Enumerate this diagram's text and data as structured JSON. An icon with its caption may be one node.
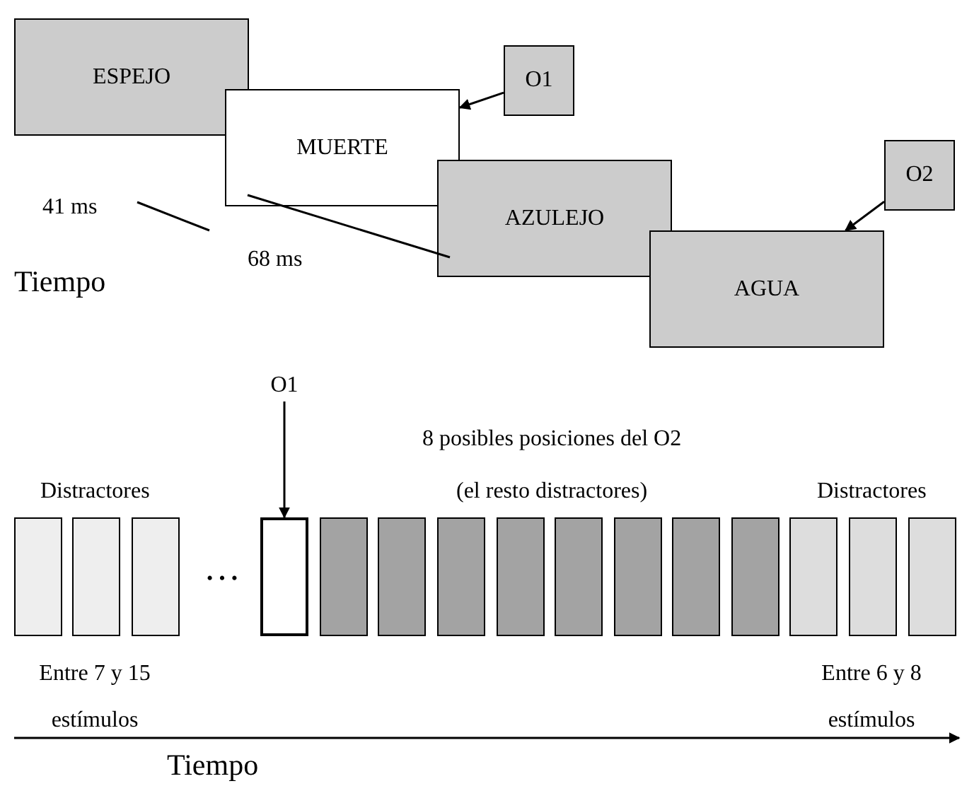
{
  "diagram": {
    "nodes": [
      {
        "text": [
          "ESPEJO"
        ]
      },
      {
        "text": [
          "MUERTE"
        ]
      },
      {
        "text": [
          "AZULEJO"
        ]
      },
      {
        "text": [
          "AGUA"
        ]
      },
      {
        "text": [
          "O1"
        ]
      },
      {
        "text": [
          "O2"
        ]
      },
      {
        "text": [
          "O1"
        ]
      },
      {
        "text": [],
        "shape": "bar"
      },
      {
        "text": [],
        "shape": "bar"
      },
      {
        "text": [],
        "shape": "bar"
      },
      {
        "text": [],
        "shape": "bar"
      },
      {
        "text": [],
        "shape": "bar"
      },
      {
        "text": [],
        "shape": "bar"
      },
      {
        "text": [],
        "shape": "bar"
      },
      {
        "text": [],
        "shape": "bar"
      },
      {
        "text": [],
        "shape": "bar"
      },
      {
        "text": [],
        "shape": "bar"
      },
      {
        "text": [],
        "shape": "bar"
      },
      {
        "text": [],
        "shape": "bar"
      },
      {
        "text": [],
        "shape": "bar"
      },
      {
        "text": [],
        "shape": "bar"
      },
      {
        "text": [],
        "shape": "bar"
      }
    ],
    "edges": [
      {
        "from": 4,
        "to": 1,
        "arrow": "to"
      },
      {
        "from": 5,
        "to": 3,
        "arrow": "to"
      },
      {
        "from": 6,
        "to": 10,
        "arrow": "to"
      }
    ],
    "labels": [
      "41 ms",
      "68 ms",
      "Tiempo",
      "8 posibles posiciones del O2",
      "(el resto distractores)",
      "Distractores",
      "Distractores",
      "…",
      "Entre 7 y 15 estímulos",
      "Entre 6 y 8 estímulos",
      "Tiempo"
    ]
  }
}
